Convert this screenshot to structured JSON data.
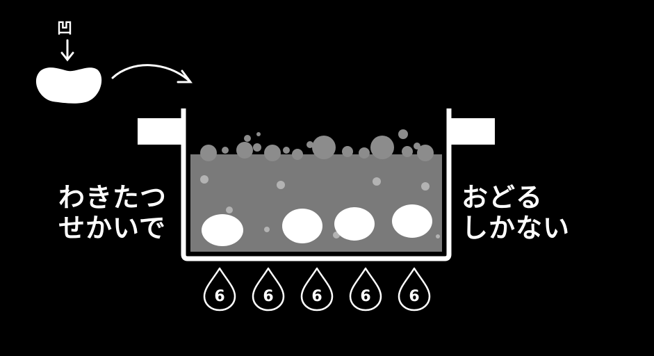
{
  "bean_label": "凹",
  "left_caption": {
    "line1": "わきたつ",
    "line2": "せかいで"
  },
  "right_caption": {
    "line1": "おどる",
    "line2": "しかない"
  },
  "flame_glyph": "6",
  "colors": {
    "background": "#000000",
    "line": "#ffffff",
    "water": "#7a7a7a",
    "foam": "#8c8c8c",
    "bean": "#ffffff"
  }
}
